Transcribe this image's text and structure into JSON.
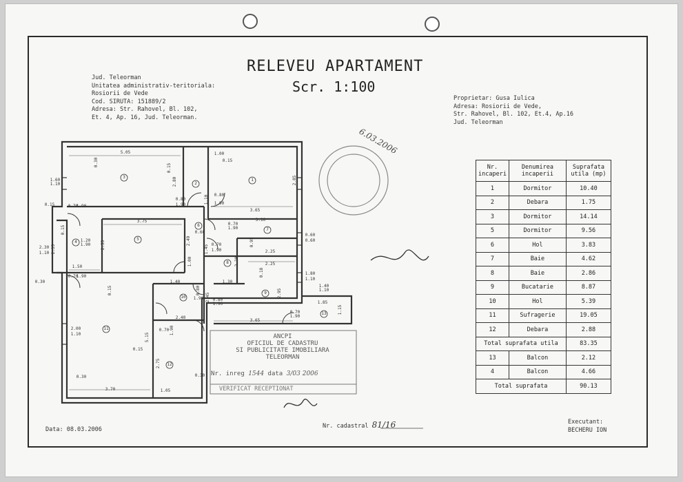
{
  "header": {
    "title": "RELEVEU APARTAMENT",
    "scale": "Scr. 1:100"
  },
  "location": {
    "lines": [
      "Jud. Teleorman",
      "Unitatea administrativ-teritoriala:",
      "Rosiorii de Vede",
      "Cod. SIRUTA: 151889/2",
      "Adresa: Str. Rahovel, Bl. 102,",
      "Et. 4, Ap. 16, Jud. Teleorman."
    ]
  },
  "owner": {
    "lines": [
      "Proprietar: Gusa Iulica",
      "Adresa: Rosiorii de Vede,",
      "Str. Rahovel, Bl. 102, Et.4, Ap.16",
      "Jud. Teleorman"
    ]
  },
  "rooms_table": {
    "headers": [
      "Nr. incaperi",
      "Denumirea incaperii",
      "Suprafata utila (mp)"
    ],
    "rows": [
      {
        "nr": "1",
        "name": "Dormitor",
        "area": "10.40"
      },
      {
        "nr": "2",
        "name": "Debara",
        "area": "1.75"
      },
      {
        "nr": "3",
        "name": "Dormitor",
        "area": "14.14"
      },
      {
        "nr": "5",
        "name": "Dormitor",
        "area": "9.56"
      },
      {
        "nr": "6",
        "name": "Hol",
        "area": "3.83"
      },
      {
        "nr": "7",
        "name": "Baie",
        "area": "4.62"
      },
      {
        "nr": "8",
        "name": "Baie",
        "area": "2.86"
      },
      {
        "nr": "9",
        "name": "Bucatarie",
        "area": "8.87"
      },
      {
        "nr": "10",
        "name": "Hol",
        "area": "5.39"
      },
      {
        "nr": "11",
        "name": "Sufragerie",
        "area": "19.05"
      },
      {
        "nr": "12",
        "name": "Debara",
        "area": "2.88"
      }
    ],
    "total_useful_label": "Total suprafata utila",
    "total_useful": "83.35",
    "balconies": [
      {
        "nr": "13",
        "name": "Balcon",
        "area": "2.12"
      },
      {
        "nr": "4",
        "name": "Balcon",
        "area": "4.66"
      }
    ],
    "total_label": "Total suprafata",
    "total": "90.13"
  },
  "stamp": {
    "lines": [
      "ANCPI",
      "OFICIUL DE CADASTRU",
      "SI PUBLICITATE IMOBILIARA",
      "TELEORMAN"
    ],
    "nr_label": "Nr. inreg",
    "nr_value": "1544",
    "data_label": "data",
    "data_value": "3/03 2006",
    "footer": "VERIFICAT RECEPTIONAT"
  },
  "handwritten_date": "6.03.2006",
  "footer": {
    "date": "Data: 08.03.2006",
    "cad_label": "Nr. cadastral",
    "cad_value": "81/16",
    "exec_label": "Executant:",
    "exec_name": "BECHERU ION"
  },
  "plan": {
    "room_labels": [
      "1",
      "2",
      "3",
      "4",
      "5",
      "6",
      "7",
      "8",
      "9",
      "10",
      "11",
      "12",
      "13"
    ],
    "dims": [
      "5.05",
      "0.30",
      "0.15",
      "2.80",
      "1.00",
      "0.15",
      "2.85",
      "1.60",
      "1.10",
      "0.80",
      "1.90",
      "0.80",
      "1.90",
      "3.65",
      "1.10",
      "0.15",
      "0.70",
      "1.90",
      "3.75",
      "0.60",
      "0.70",
      "1.90",
      "3.10",
      "0.15",
      "2.35",
      "1.20",
      "1.90",
      "2.55",
      "2.49",
      "1.45",
      "0.70",
      "1.90",
      "0.95",
      "2.25",
      "0.60",
      "0.60",
      "2.30",
      "1.10",
      "1.50",
      "1.00",
      "2.20",
      "2.25",
      "1.80",
      "1.10",
      "0.30",
      "0.70",
      "1.90",
      "1.40",
      "1.30",
      "0.18",
      "2.95",
      "1.40",
      "1.10",
      "0.80",
      "1.90",
      "2.45",
      "0.80",
      "1.90",
      "1.85",
      "0.15",
      "2.40",
      "0.70",
      "1.90",
      "3.65",
      "1.15",
      "2.00",
      "1.10",
      "5.15",
      "0.70",
      "1.90",
      "0.30",
      "0.15",
      "2.75",
      "0.30",
      "3.70",
      "1.05"
    ]
  }
}
